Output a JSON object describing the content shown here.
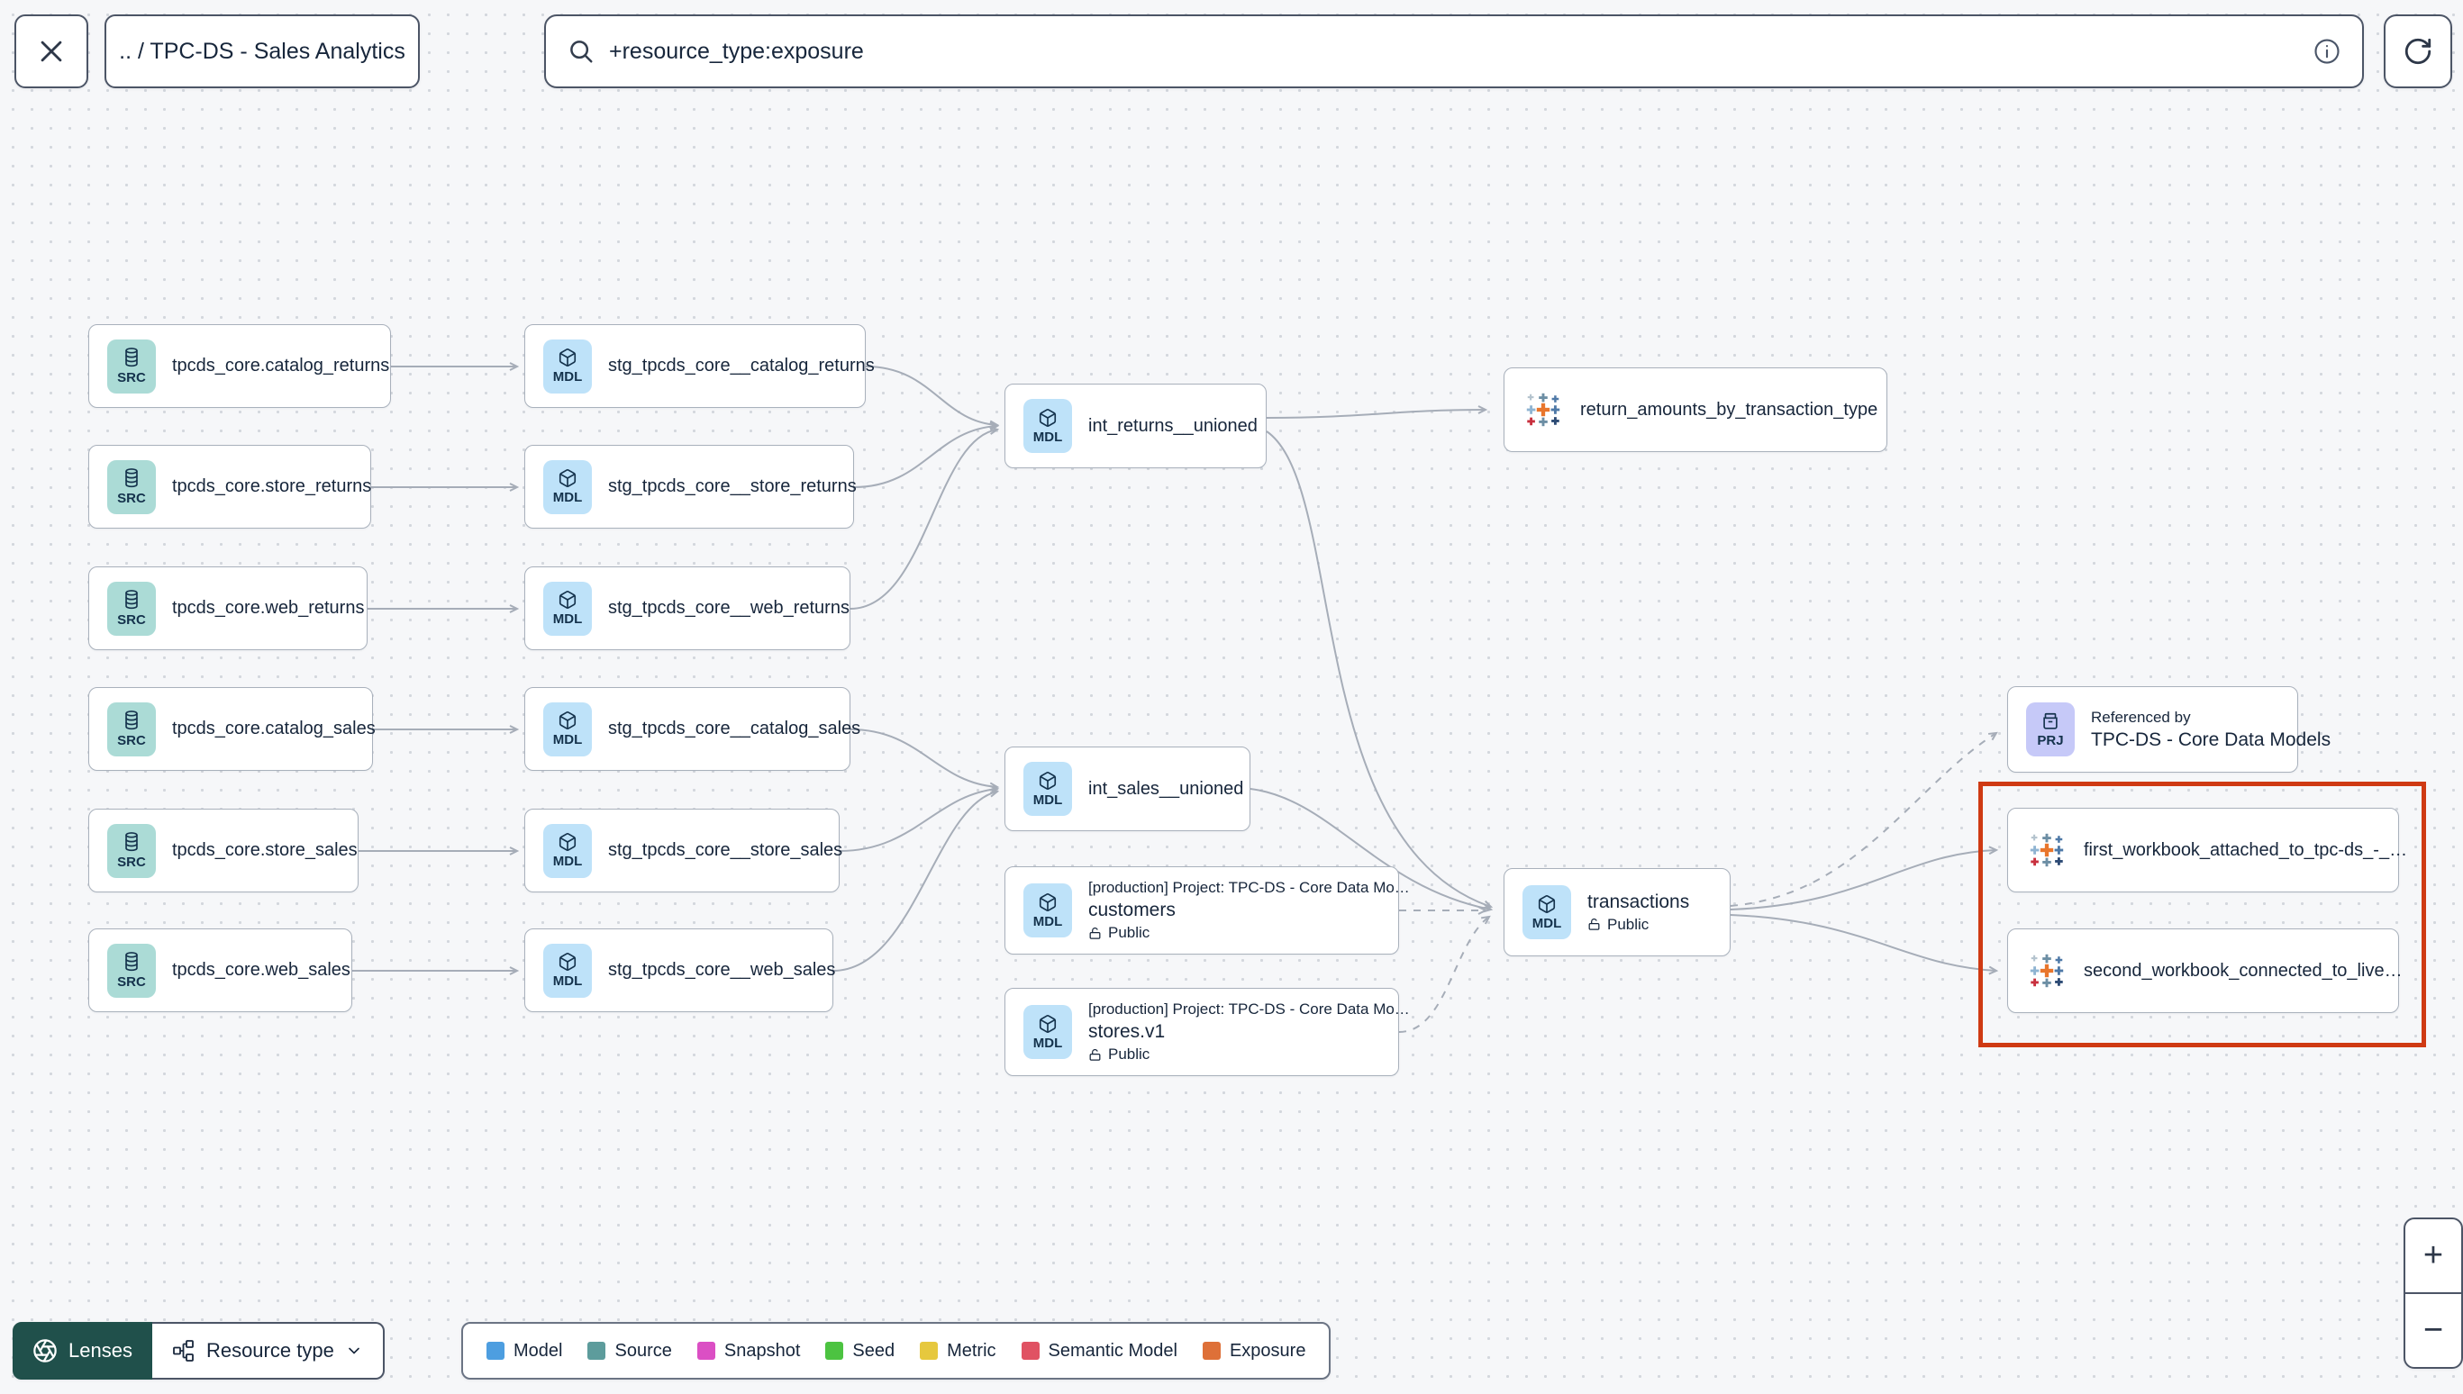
{
  "header": {
    "breadcrumb": ".. / TPC-DS - Sales Analytics",
    "search": {
      "value": "+resource_type:exposure"
    }
  },
  "nodes": {
    "src_catalog_returns": {
      "badge": "SRC",
      "label": "tpcds_core.catalog_returns"
    },
    "src_store_returns": {
      "badge": "SRC",
      "label": "tpcds_core.store_returns"
    },
    "src_web_returns": {
      "badge": "SRC",
      "label": "tpcds_core.web_returns"
    },
    "src_catalog_sales": {
      "badge": "SRC",
      "label": "tpcds_core.catalog_sales"
    },
    "src_store_sales": {
      "badge": "SRC",
      "label": "tpcds_core.store_sales"
    },
    "src_web_sales": {
      "badge": "SRC",
      "label": "tpcds_core.web_sales"
    },
    "stg_catalog_returns": {
      "badge": "MDL",
      "label": "stg_tpcds_core__catalog_returns"
    },
    "stg_store_returns": {
      "badge": "MDL",
      "label": "stg_tpcds_core__store_returns"
    },
    "stg_web_returns": {
      "badge": "MDL",
      "label": "stg_tpcds_core__web_returns"
    },
    "stg_catalog_sales": {
      "badge": "MDL",
      "label": "stg_tpcds_core__catalog_sales"
    },
    "stg_store_sales": {
      "badge": "MDL",
      "label": "stg_tpcds_core__store_sales"
    },
    "stg_web_sales": {
      "badge": "MDL",
      "label": "stg_tpcds_core__web_sales"
    },
    "int_returns_unioned": {
      "badge": "MDL",
      "label": "int_returns__unioned"
    },
    "int_sales_unioned": {
      "badge": "MDL",
      "label": "int_sales__unioned"
    },
    "customers": {
      "badge": "MDL",
      "project": "[production] Project: TPC-DS - Core Data Mo…",
      "label": "customers",
      "access": "Public"
    },
    "stores_v1": {
      "badge": "MDL",
      "project": "[production] Project: TPC-DS - Core Data Mo…",
      "label": "stores.v1",
      "access": "Public"
    },
    "return_amounts": {
      "label": "return_amounts_by_transaction_type"
    },
    "transactions": {
      "badge": "MDL",
      "label": "transactions",
      "access": "Public"
    },
    "referenced_by": {
      "badge": "PRJ",
      "title": "Referenced by",
      "label": "TPC-DS - Core Data Models"
    },
    "first_workbook": {
      "label": "first_workbook_attached_to_tpc-ds_-_…"
    },
    "second_workbook": {
      "label": "second_workbook_connected_to_live…"
    }
  },
  "footer": {
    "lenses_label": "Lenses",
    "resource_type_label": "Resource type",
    "legend": [
      {
        "label": "Model",
        "color": "#4D9EE0"
      },
      {
        "label": "Source",
        "color": "#5D9C9C"
      },
      {
        "label": "Snapshot",
        "color": "#DB4FC4"
      },
      {
        "label": "Seed",
        "color": "#4CC341"
      },
      {
        "label": "Metric",
        "color": "#E6C83E"
      },
      {
        "label": "Semantic Model",
        "color": "#E05263"
      },
      {
        "label": "Exposure",
        "color": "#DE7038"
      }
    ],
    "highlight_color": "#CF3A13"
  },
  "zoom_controls": {
    "zoom_in": "+",
    "zoom_out": "−"
  }
}
